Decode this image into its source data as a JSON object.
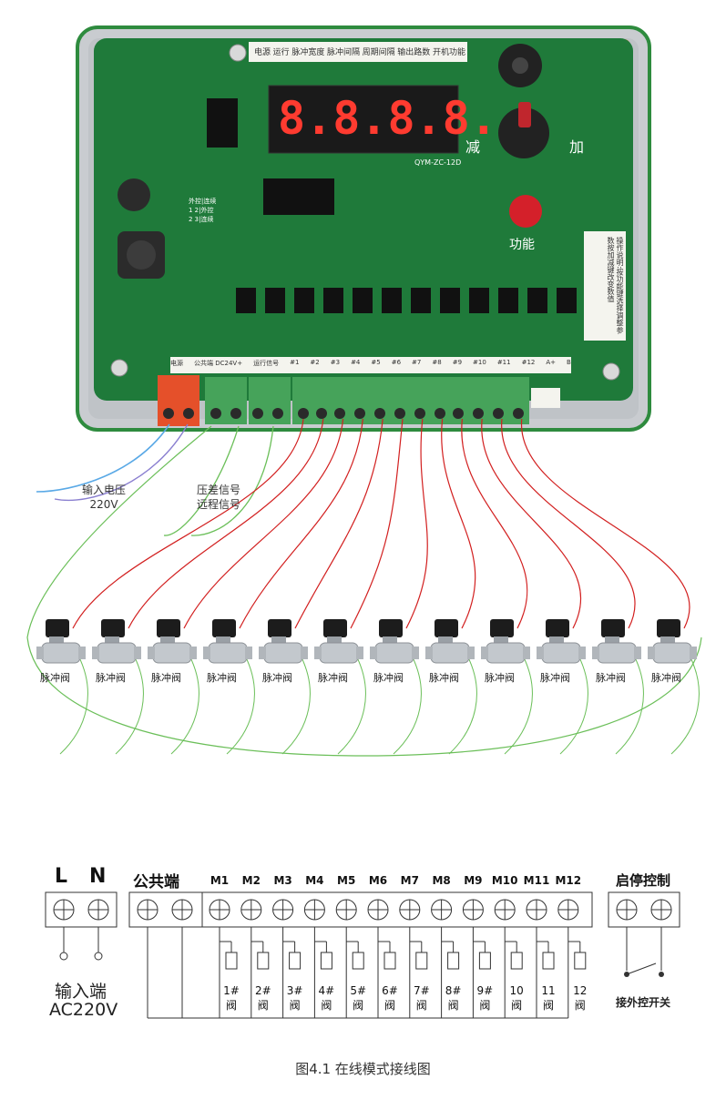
{
  "board": {
    "top_labels": [
      "电源",
      "运行",
      "脉冲宽度",
      "脉冲间隔",
      "周期间隔",
      "输出路数",
      "开机功能"
    ],
    "display_digits": [
      "8.",
      "8.",
      "8.",
      "8."
    ],
    "model": "QYM-ZC-12D",
    "btn_minus": "减",
    "btn_plus": "加",
    "btn_function": "功能",
    "side_note_title": "操作说明:",
    "side_note_text": "按功能键选择调整参数按加减键改变数值",
    "mode_box": [
      "外控|连续",
      "1 2|外控",
      "2 3|连续"
    ],
    "terminal_labels": [
      "电源",
      "公共端 DC24V+",
      "运行信号",
      "#1",
      "#2",
      "#3",
      "#4",
      "#5",
      "#6",
      "#7",
      "#8",
      "#9",
      "#10",
      "#11",
      "#12",
      "A+",
      "B"
    ]
  },
  "wiring": {
    "input_voltage_label": "输入电压",
    "input_voltage_value": "220V",
    "signal_label_1": "压差信号",
    "signal_label_2": "远程信号",
    "valve_label": "脉冲阀",
    "valve_count": 12
  },
  "diagram": {
    "ln_labels": [
      "L",
      "N"
    ],
    "common_label": "公共端",
    "m_labels": [
      "M1",
      "M2",
      "M3",
      "M4",
      "M5",
      "M6",
      "M7",
      "M8",
      "M9",
      "M10",
      "M11",
      "M12"
    ],
    "control_label": "启停控制",
    "input_label_1": "输入端",
    "input_label_2": "AC220V",
    "valve_nums": [
      "1#",
      "2#",
      "3#",
      "4#",
      "5#",
      "6#",
      "7#",
      "8#",
      "9#",
      "10",
      "11",
      "12"
    ],
    "valve_suffix": "阀",
    "switch_label": "接外控开关"
  },
  "caption": "图4.1 在线模式接线图",
  "colors": {
    "board_green": "#1f7a3a",
    "frame_green": "#2e8b3e",
    "case_gray": "#c9ccd0",
    "display_bg": "#1a1a1a",
    "display_red": "#ff3b30",
    "terminal_green": "#46a35a",
    "terminal_orange": "#e5502a",
    "wire_red": "#d21f1f",
    "wire_green": "#6bbf59",
    "wire_blue": "#5aa9e6"
  }
}
